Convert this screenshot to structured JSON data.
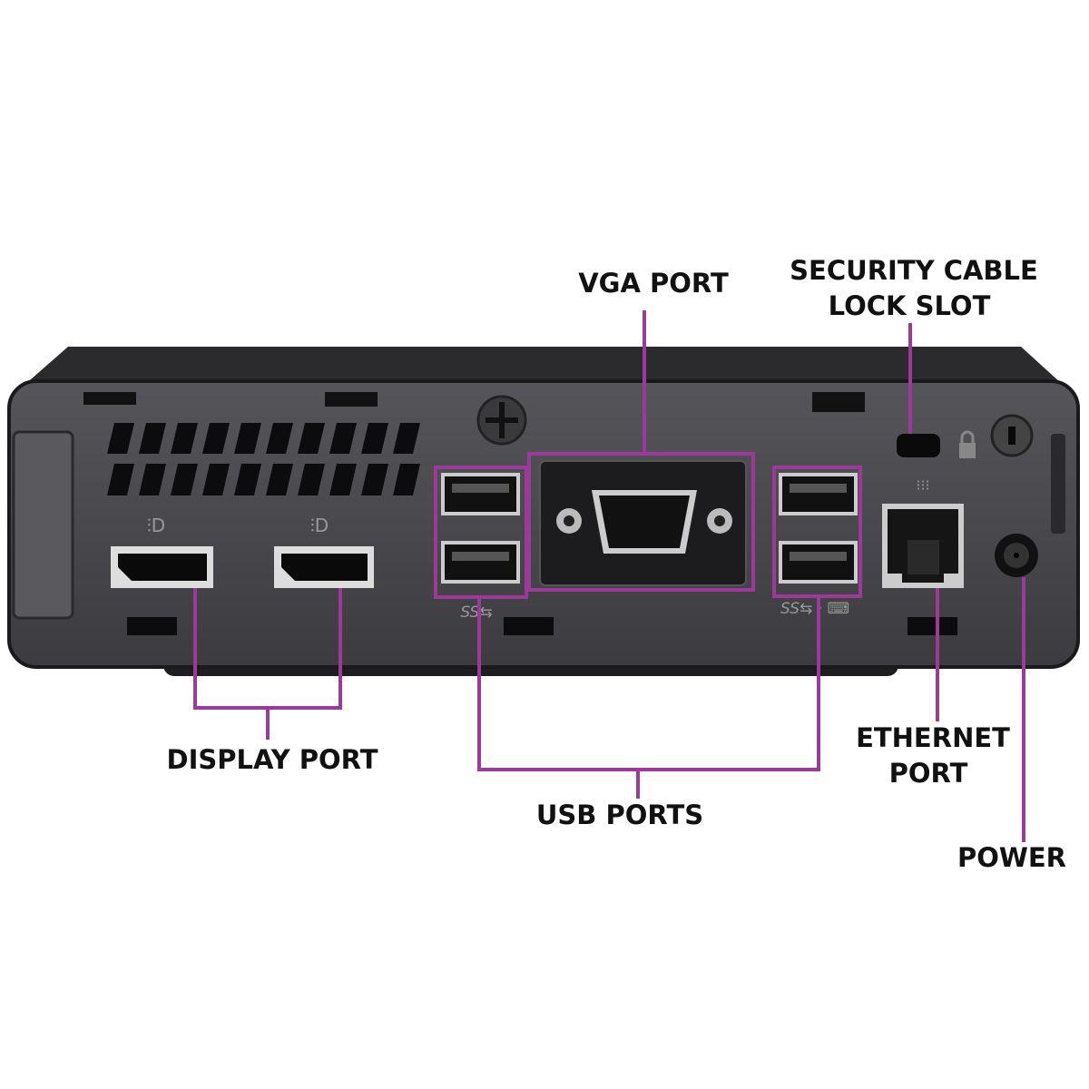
{
  "accent_color": "#9b3a9b",
  "labels": {
    "vga": "VGA PORT",
    "security_line1": "SECURITY CABLE",
    "security_line2": "LOCK SLOT",
    "display": "DISPLAY PORT",
    "usb": "USB PORTS",
    "ethernet_line1": "ETHERNET",
    "ethernet_line2": "PORT",
    "power": "POWER"
  },
  "ports": {
    "display_port_count": 2,
    "usb_port_count": 4,
    "vga_port_count": 1,
    "ethernet_port_count": 1
  }
}
